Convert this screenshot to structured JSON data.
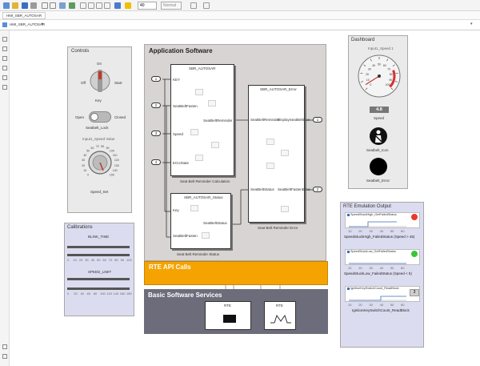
{
  "toolbar": {
    "zoom_value": "40",
    "mode_value": "Normal"
  },
  "tab": {
    "label": "HMI_SBR_AUTOSAR"
  },
  "breadcrumb": {
    "path": "HMI_SBR_AUTOSAR"
  },
  "controls": {
    "title": "Controls",
    "key_switch": {
      "label": "Key",
      "positions": [
        "On",
        "Off",
        "Start"
      ]
    },
    "seatbelt_lock": {
      "label": "Seatbelt_Lock",
      "left": "Open",
      "right": "Closed"
    },
    "speed_knob": {
      "caption": "Input1_Speed Value",
      "label": "Speed_Set",
      "ticks": [
        "0",
        "10",
        "20",
        "30",
        "40",
        "50",
        "60",
        "70",
        "80",
        "90",
        "100",
        "110",
        "120",
        "130",
        "140",
        "150"
      ]
    }
  },
  "calibrations": {
    "title": "Calibrations",
    "sliders": [
      {
        "name": "BLINK_TIME",
        "ticks": [
          "0",
          "10",
          "20",
          "30",
          "40",
          "50",
          "60",
          "70",
          "80",
          "90",
          "100"
        ]
      },
      {
        "name": "SPEED_LIMIT",
        "ticks": [
          "0",
          "20",
          "40",
          "60",
          "80",
          "100",
          "120",
          "140",
          "160",
          "180"
        ]
      }
    ]
  },
  "app_software": {
    "title": "Application Software",
    "inports": [
      "1",
      "2",
      "3",
      "4"
    ],
    "inport_labels": [
      "KEY",
      "SeatBeltFasten",
      "Speed",
      "ECUState"
    ],
    "calc_block": {
      "header": "SBR_AUTOSAR",
      "out": "SeatBeltReminder",
      "caption": "Seat Belt Reminder Calculation"
    },
    "status_block": {
      "header": "SBR_AUTOSAR_Status",
      "in1": "Key",
      "in2": "SeatBeltFasten",
      "out": "SeatBeltStatus",
      "caption": "Seat Belt Reminder Status"
    },
    "error_block": {
      "header": "SBR_AUTOSAR_Error",
      "in1": "SeatBeltReminder",
      "in2": "SeatBeltStatus",
      "out1": "DisplaySeatBeltIcon",
      "out2": "SeatBeltFastenError",
      "caption": "Seat Belt Reminder Error"
    },
    "outports": [
      "1",
      "2"
    ]
  },
  "rte_api": {
    "title": "RTE API Calls"
  },
  "basic_sw": {
    "title": "Basic Software Services",
    "blocks": [
      "RTE",
      "RTE"
    ]
  },
  "dashboard": {
    "title": "Dashboard",
    "gauge_caption": "Input1_Speed 1",
    "gauge_ticks": [
      "0",
      "10",
      "20",
      "30",
      "40",
      "50",
      "60",
      "70",
      "80",
      "90",
      "100"
    ],
    "speed_value": "4.8",
    "speed_label": "Speed",
    "icon_label": "Seatbelt_Icon",
    "error_label": "Seatbelt_Error"
  },
  "rte_emulation": {
    "title": "RTE Emulation Output",
    "rows": [
      {
        "header": "SpeedStuckHigh_GetFailedStatus",
        "caption": "SpeedStuckHigh_FailedStatus (Speed > 45)",
        "indicator_color": "#e83a2a"
      },
      {
        "header": "SpeedStuckLow_GetFailedStatus",
        "caption": "SpeedStuckLow_FailedStatus (Speed < 5)",
        "indicator_color": "#3bc43b"
      },
      {
        "header": "IgnitionKeySwitchCount_ReadBlock",
        "caption": "IgnitionKeySwitchCount_ReadBlock",
        "count_value": "3"
      }
    ],
    "axis_ticks": [
      "10",
      "20",
      "30",
      "40",
      "50",
      "60"
    ]
  },
  "colors": {
    "rte_api": "#f5a300",
    "basic_sw": "#6c6c7a",
    "app_bg": "#d9d4d4",
    "calib_bg": "#dcdcf0",
    "emul_bg": "#dcdcf0"
  }
}
